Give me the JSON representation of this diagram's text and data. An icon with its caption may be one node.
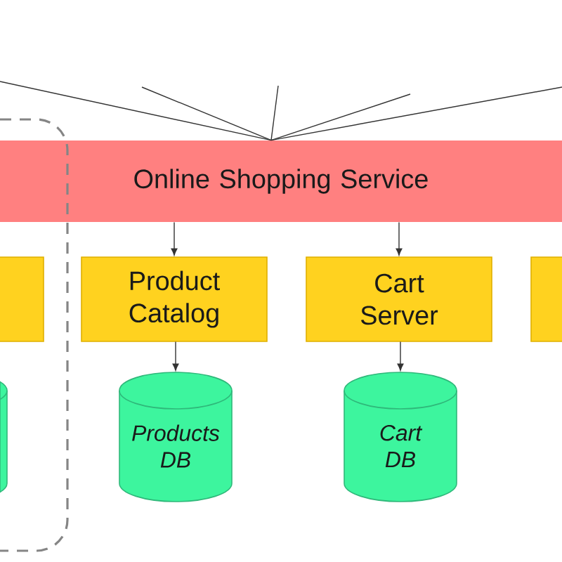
{
  "diagram": {
    "nodes": [
      {
        "text": [
          "Online Shopping Service"
        ]
      },
      {
        "text": [],
        "shape": "box"
      },
      {
        "text": [],
        "shape": "box",
        "in": 1
      },
      {
        "text": [
          "Product Catalog"
        ]
      },
      {
        "text": [
          "Cart Server"
        ]
      },
      {
        "text": [],
        "shape": "box"
      },
      {
        "text": [],
        "shape": "cylinder",
        "in": 1
      },
      {
        "text": [
          "Products DB"
        ]
      },
      {
        "text": [
          "Cart DB"
        ]
      }
    ],
    "edges": [
      {
        "from": null,
        "to": 0,
        "arrow": "none"
      },
      {
        "from": null,
        "to": 0,
        "arrow": "none"
      },
      {
        "from": null,
        "to": 0,
        "arrow": "none"
      },
      {
        "from": null,
        "to": 0,
        "arrow": "none"
      },
      {
        "from": null,
        "to": 0,
        "arrow": "none"
      },
      {
        "from": 0,
        "to": 3,
        "arrow": "to"
      },
      {
        "from": 0,
        "to": 4,
        "arrow": "to"
      },
      {
        "from": 3,
        "to": 7,
        "arrow": "to"
      },
      {
        "from": 4,
        "to": 8,
        "arrow": "to"
      }
    ]
  }
}
